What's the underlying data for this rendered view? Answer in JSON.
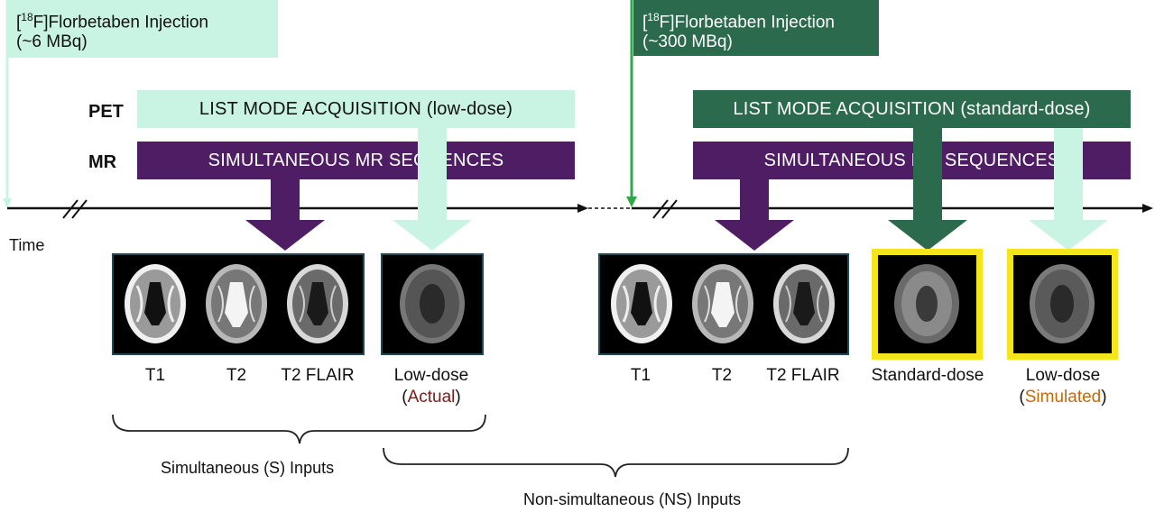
{
  "injection_low": {
    "line1_pre": "[",
    "line1_sup": "18",
    "line1_post": "F]Florbetaben Injection",
    "line2": "(~6 MBq)"
  },
  "injection_std": {
    "line1_pre": "[",
    "line1_sup": "18",
    "line1_post": "F]Florbetaben Injection",
    "line2": "(~300 MBq)"
  },
  "rows": {
    "pet": "PET",
    "mr": "MR"
  },
  "bars": {
    "pet_low": "LIST MODE ACQUISITION (low-dose)",
    "pet_std": "LIST MODE ACQUISITION (standard-dose)",
    "mr_left": "SIMULTANEOUS MR SEQUENCES",
    "mr_right": "SIMULTANEOUS MR SEQUENCES"
  },
  "time_label": "Time",
  "captions_left": {
    "t1": "T1",
    "t2": "T2",
    "flair": "T2 FLAIR",
    "lowdose": "Low-dose",
    "lowdose_paren_open": "(",
    "lowdose_note": "Actual",
    "lowdose_paren_close": ")"
  },
  "captions_right": {
    "t1": "T1",
    "t2": "T2",
    "flair": "T2 FLAIR",
    "stddose": "Standard-dose",
    "lowdose": "Low-dose",
    "lowdose_paren_open": "(",
    "lowdose_note": "Simulated",
    "lowdose_paren_close": ")"
  },
  "braces": {
    "simultaneous": "Simultaneous (S) Inputs",
    "nonsimultaneous": "Non-simultaneous (NS) Inputs"
  },
  "colors": {
    "light_green": "#c9f4e3",
    "dark_green": "#2b6a4d",
    "purple": "#4f1d63",
    "arrow_light": "#c9f4e3",
    "actual": "#7a1a1a",
    "simulated": "#c06a10",
    "yellow": "#f5e51b"
  }
}
